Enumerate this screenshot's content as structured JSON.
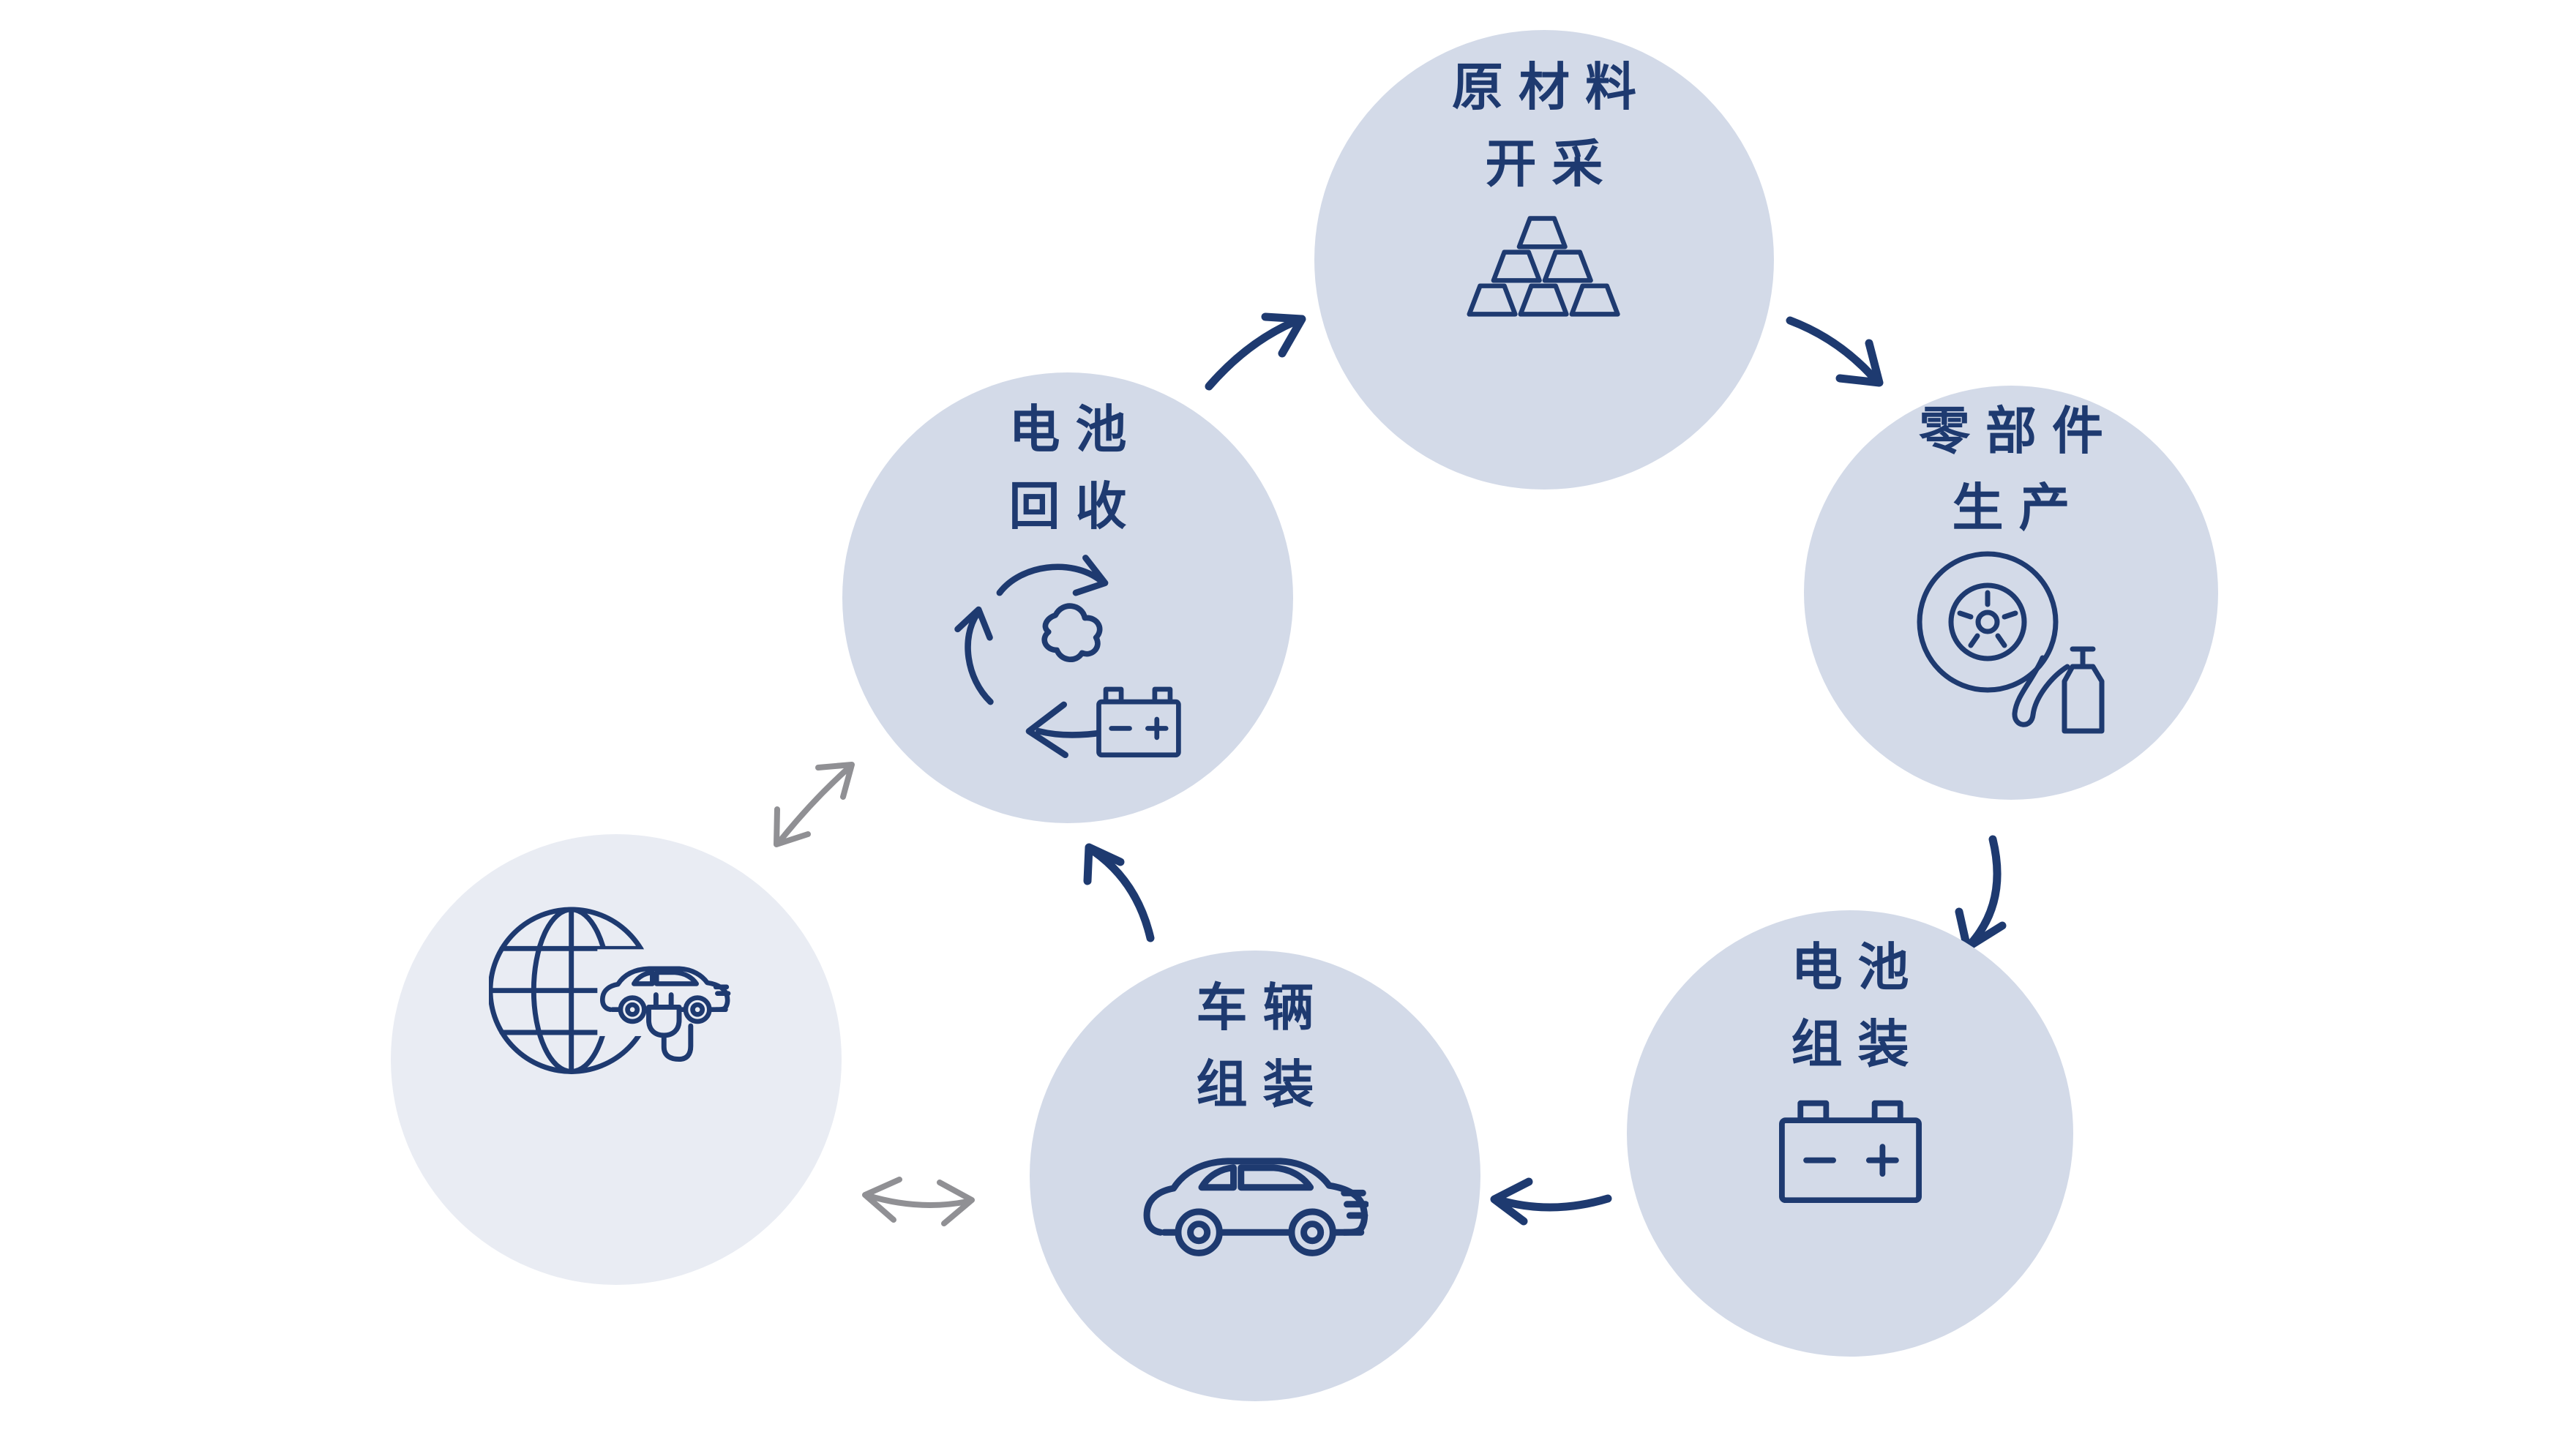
{
  "diagram": {
    "nodes": [
      {
        "id": "raw-material-mining",
        "line1": "原材料",
        "line2": "开采",
        "icon": "ingots-icon"
      },
      {
        "id": "parts-production",
        "line1": "零部件",
        "line2": "生产",
        "icon": "wheel-icon"
      },
      {
        "id": "battery-assembly",
        "line1": "电池",
        "line2": "组装",
        "icon": "battery-icon"
      },
      {
        "id": "vehicle-assembly",
        "line1": "车辆",
        "line2": "组装",
        "icon": "car-icon"
      },
      {
        "id": "battery-recycling",
        "line1": "电池",
        "line2": "回收",
        "icon": "battery-recycle-icon"
      },
      {
        "id": "global-ev-use",
        "line1": "",
        "line2": "",
        "icon": "globe-ev-icon"
      }
    ],
    "flows": [
      {
        "from": "battery-recycling",
        "to": "raw-material-mining",
        "type": "one-way"
      },
      {
        "from": "raw-material-mining",
        "to": "parts-production",
        "type": "one-way"
      },
      {
        "from": "parts-production",
        "to": "battery-assembly",
        "type": "one-way"
      },
      {
        "from": "battery-assembly",
        "to": "vehicle-assembly",
        "type": "one-way"
      },
      {
        "from": "vehicle-assembly",
        "to": "battery-recycling",
        "type": "one-way"
      },
      {
        "from": "global-ev-use",
        "to": "battery-recycling",
        "type": "two-way"
      },
      {
        "from": "global-ev-use",
        "to": "vehicle-assembly",
        "type": "two-way"
      }
    ],
    "colors": {
      "background": "#ffffff",
      "node_fill": "#d3dae8",
      "context_node_fill": "#e9ecf3",
      "ink": "#1e3a70",
      "two_way_arrow": "#909094"
    }
  }
}
